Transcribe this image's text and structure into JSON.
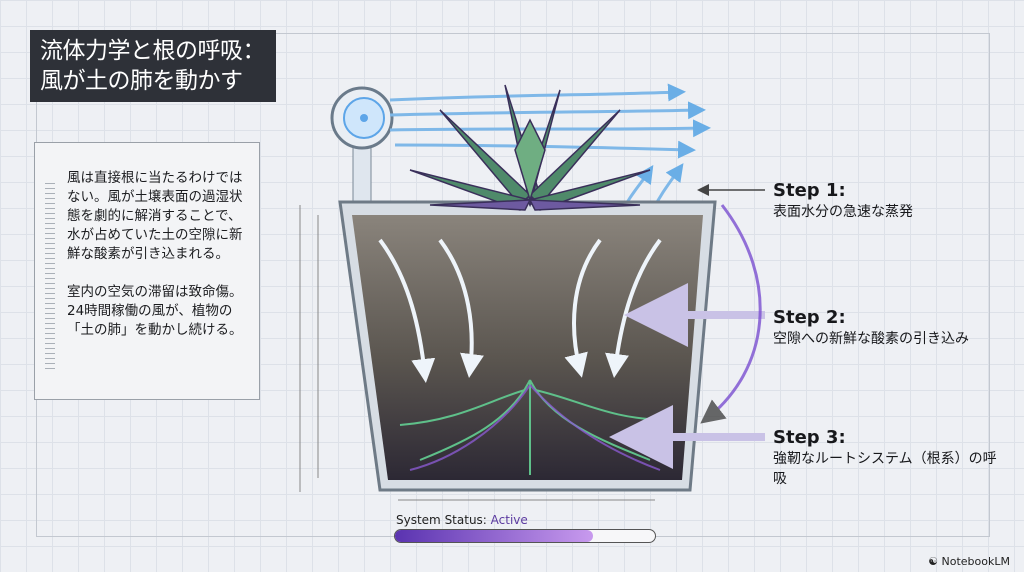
{
  "title": {
    "line1": "流体力学と根の呼吸：",
    "line2": "風が土の肺を動かす"
  },
  "notes": {
    "p1": "風は直接根に当たるわけではない。風が土壌表面の過湿状態を劇的に解消することで、水が占めていた土の空隙に新鮮な酸素が引き込まれる。",
    "p2": "室内の空気の滞留は致命傷。24時間稼働の風が、植物の「土の肺」を動かし続ける。"
  },
  "steps": [
    {
      "label": "Step 1:",
      "desc": "表面水分の急速な蒸発"
    },
    {
      "label": "Step 2:",
      "desc": "空隙への新鮮な酸素の引き込み"
    },
    {
      "label": "Step 3:",
      "desc": "強靭なルートシステム（根系）の呼吸"
    }
  ],
  "status": {
    "label": "System Status:",
    "value": "Active",
    "progress_percent": 76
  },
  "brand": "NotebookLM",
  "colors": {
    "accent": "#7b4fd0",
    "air": "#7fb8e8",
    "soil": "#4a4540",
    "roots": "#5fc08a"
  }
}
